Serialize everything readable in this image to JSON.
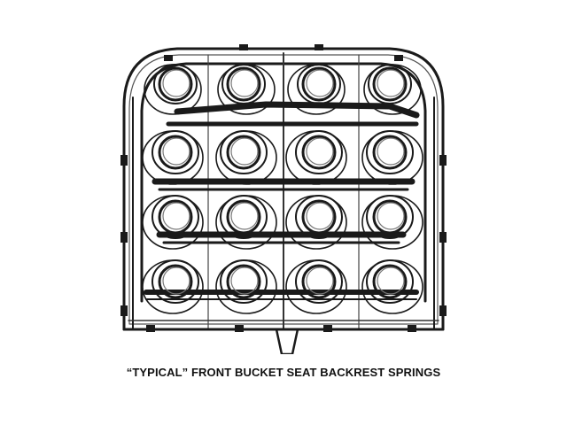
{
  "caption": "“TYPICAL” FRONT BUCKET SEAT BACKREST SPRINGS",
  "photo": {
    "subject": "seat-spring-frame",
    "colors": {
      "wire": "#1a1a1a",
      "wire_highlight": "#777777",
      "background": "#ffffff"
    },
    "spring_grid": {
      "columns": 4,
      "rows": 4
    }
  }
}
